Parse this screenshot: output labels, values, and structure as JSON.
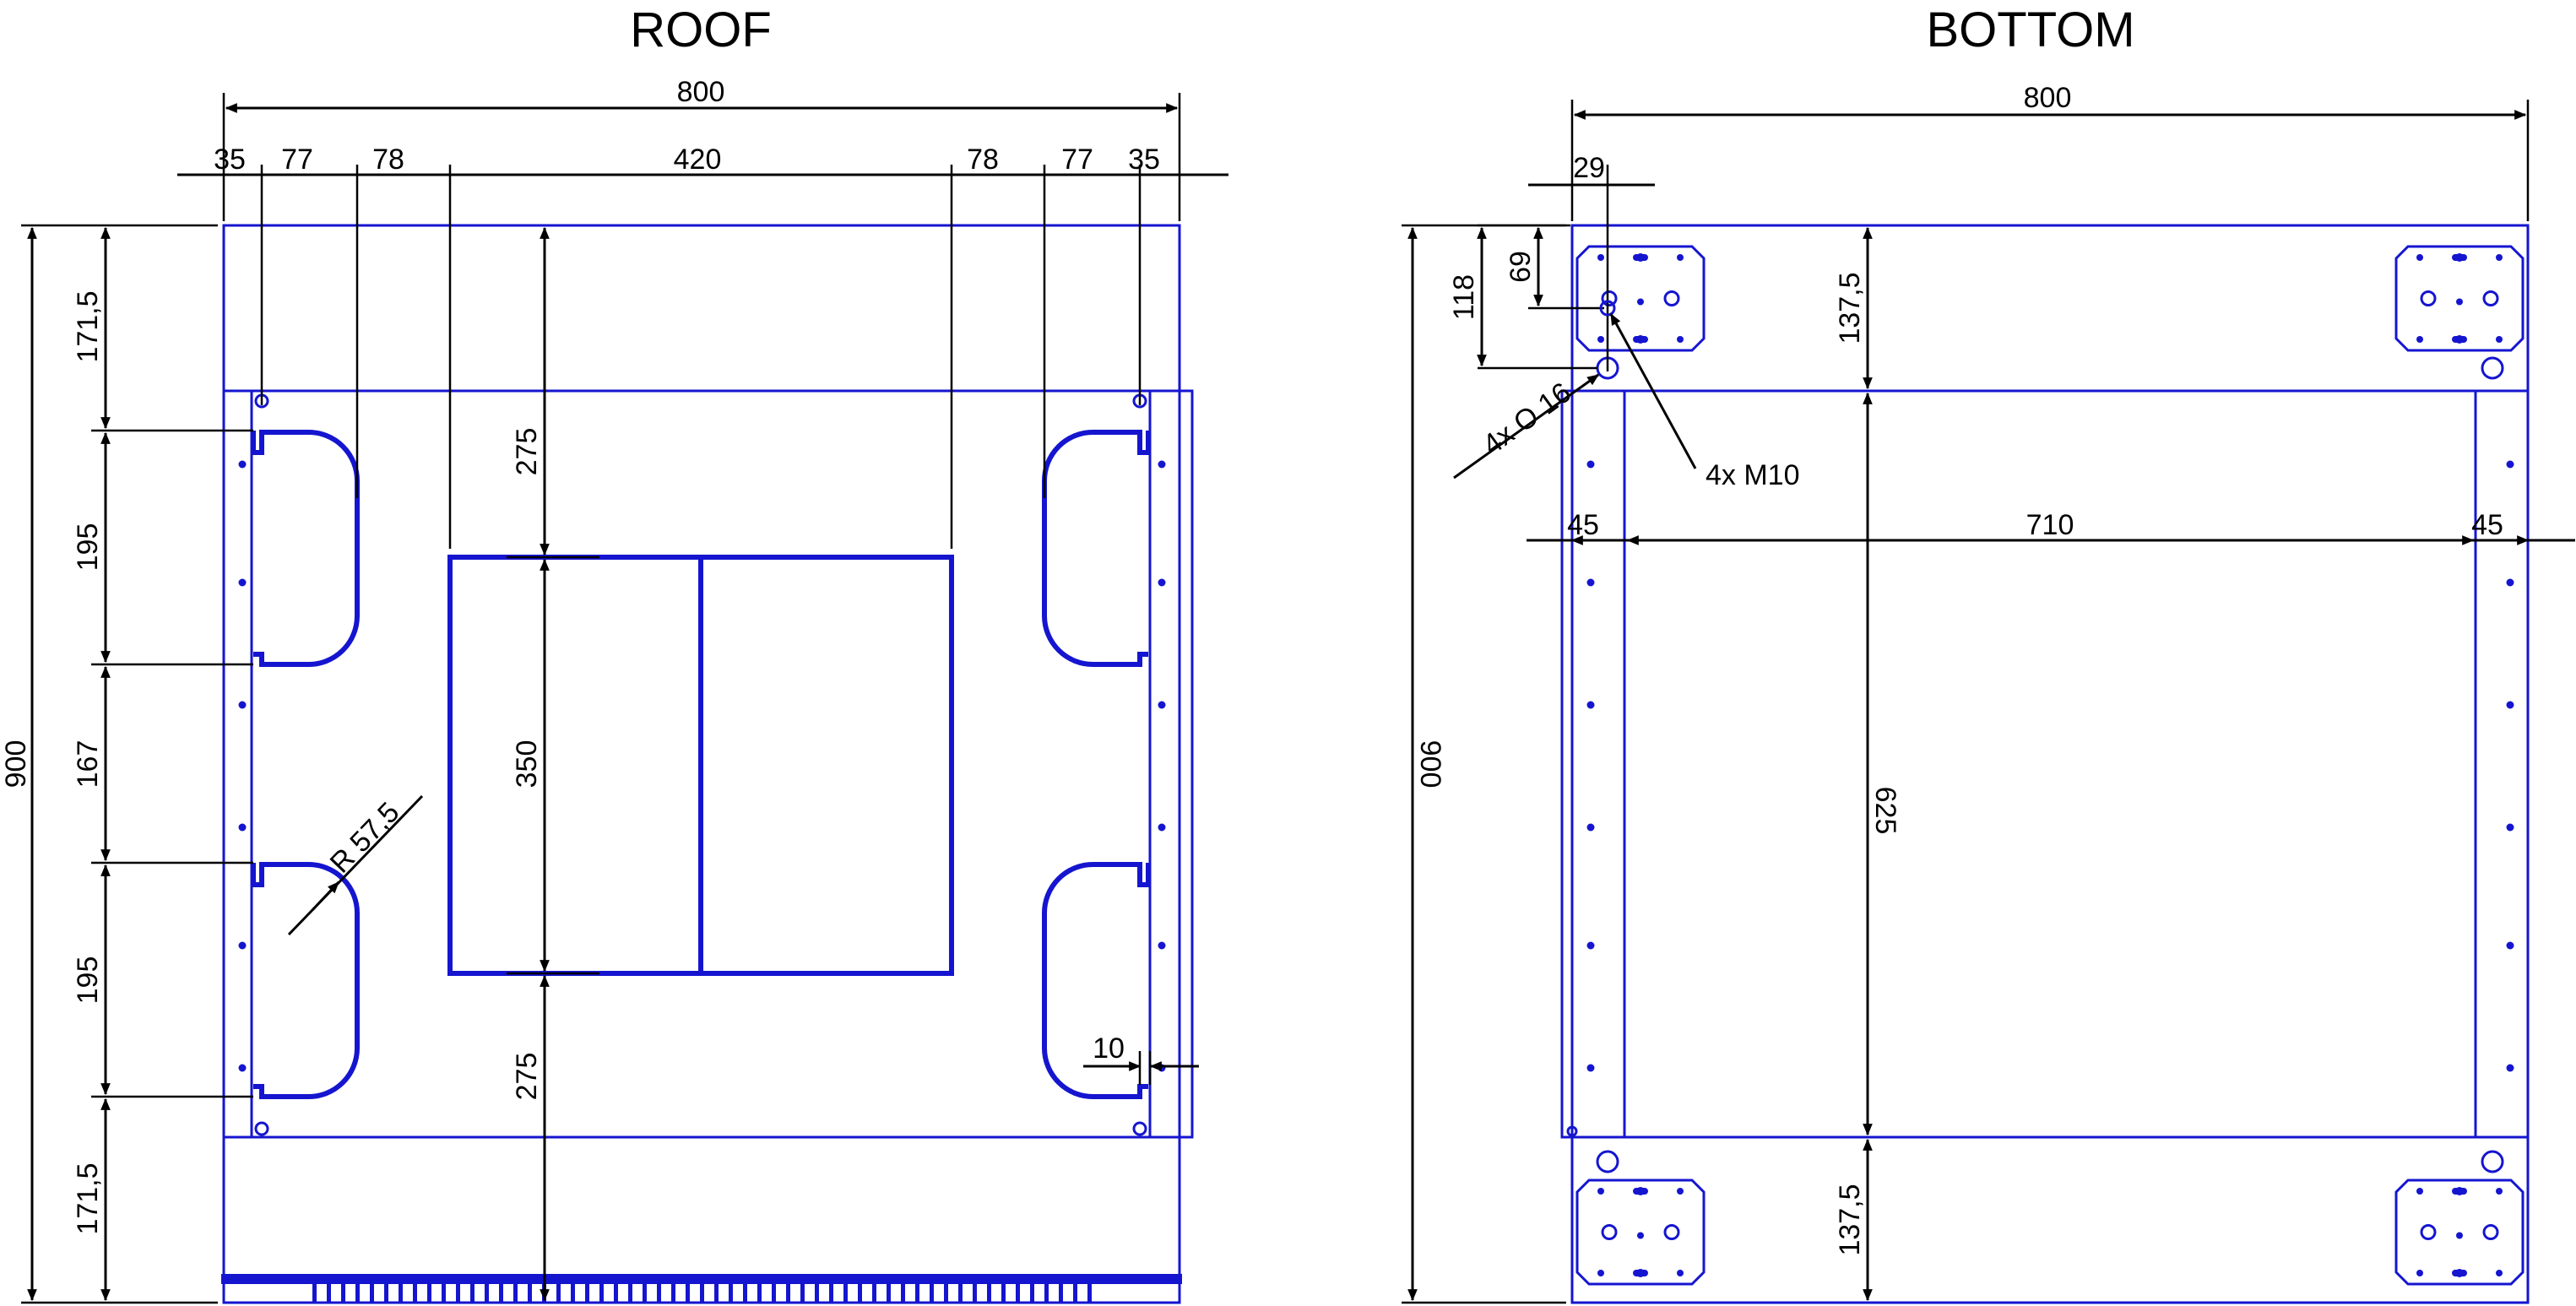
{
  "roof": {
    "title": "ROOF",
    "dims": {
      "overall_width": "800",
      "seg1": "35",
      "seg2": "77",
      "seg3": "78",
      "seg4": "420",
      "seg5": "78",
      "seg6": "77",
      "seg7": "35",
      "overall_depth": "900",
      "v1": "171,5",
      "v2": "195",
      "v3": "167",
      "v4": "195",
      "v5": "171,5",
      "c_top": "275",
      "c_mid": "350",
      "c_bot": "275",
      "radius": "R 57,5",
      "gap": "10"
    }
  },
  "bottom": {
    "title": "BOTTOM",
    "dims": {
      "overall_width": "800",
      "off_x": "29",
      "off_y": "69",
      "y2": "118",
      "front": "137,5",
      "hole": "4x O 16",
      "thread": "4x M10",
      "left": "45",
      "mid": "710",
      "right": "45",
      "overall_depth": "900",
      "inner_depth": "625",
      "rear": "137,5"
    }
  },
  "colors": {
    "part": "#1515d0",
    "dimension": "#000000"
  }
}
